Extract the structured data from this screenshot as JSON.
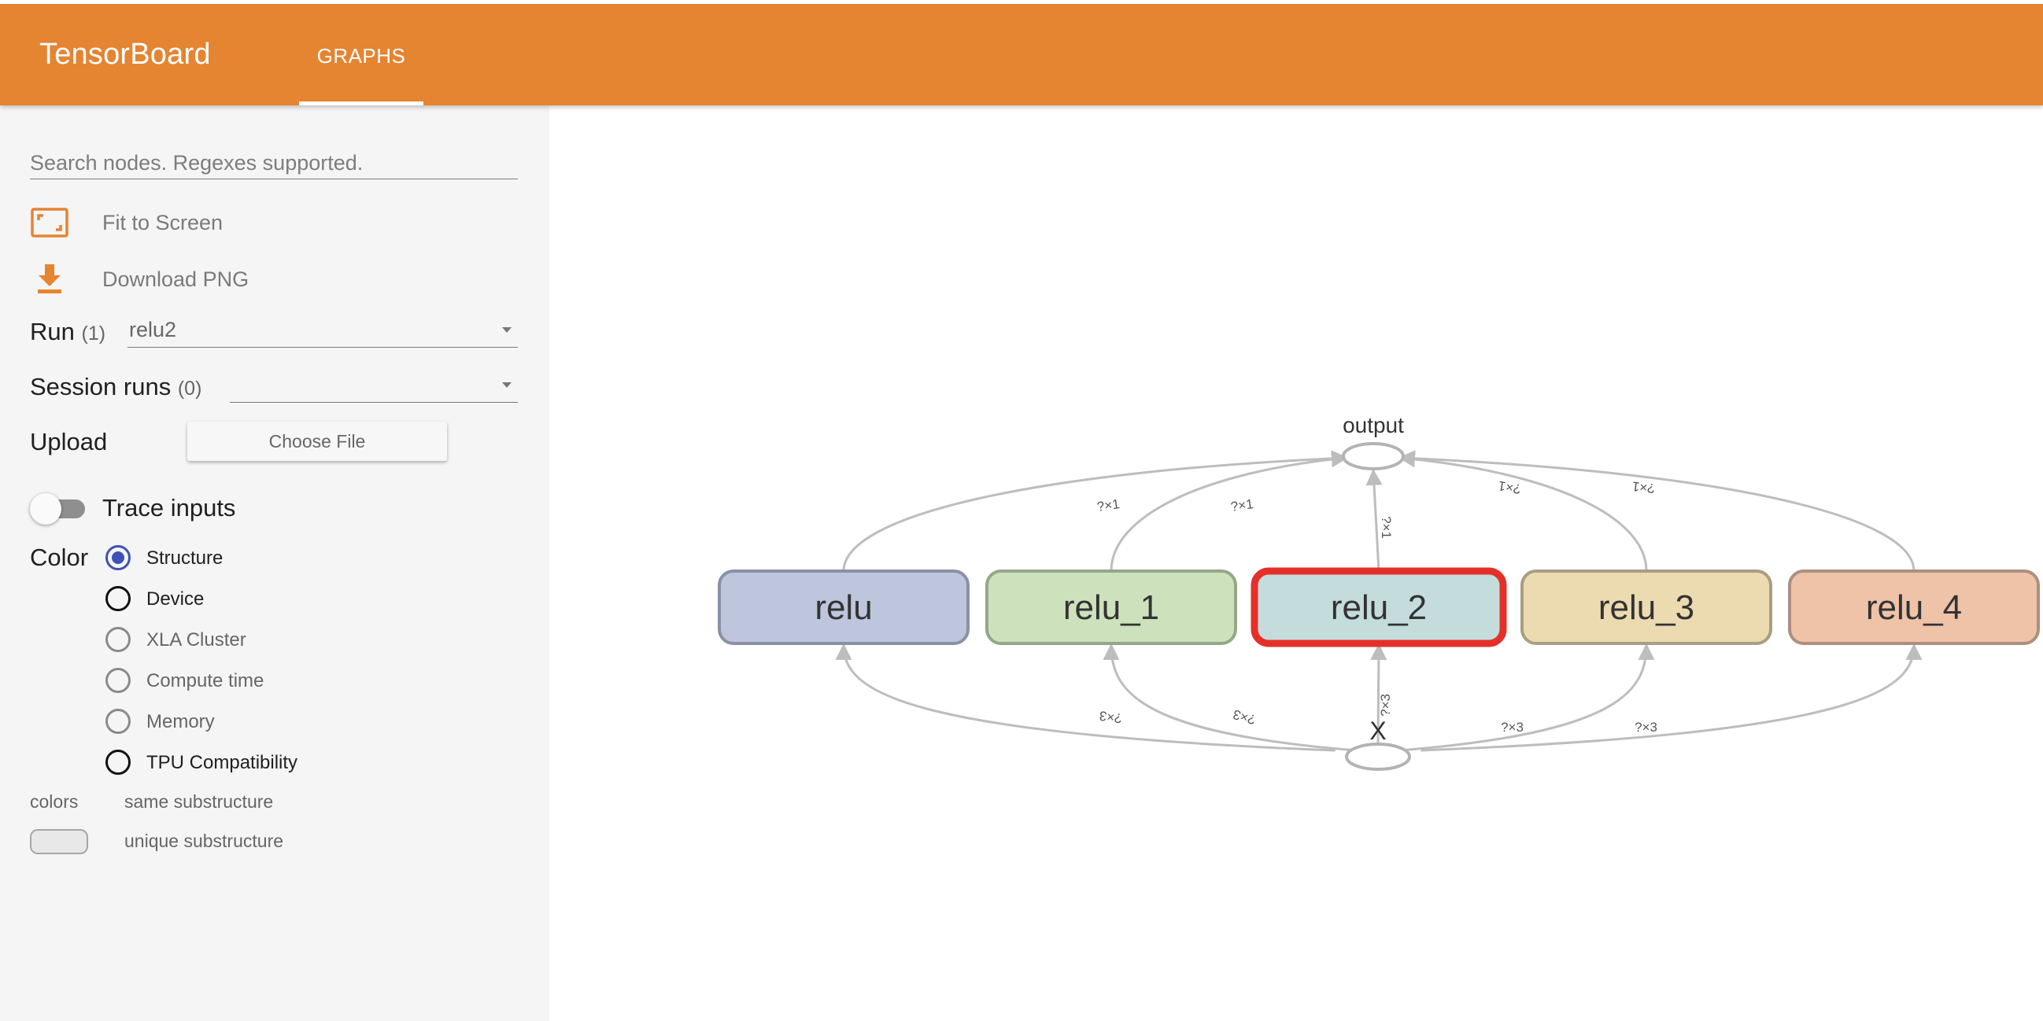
{
  "app": {
    "title": "TensorBoard",
    "tabs": [
      {
        "label": "GRAPHS",
        "active": true
      }
    ],
    "accent_color": "#e58431"
  },
  "sidebar": {
    "search_placeholder": "Search nodes. Regexes supported.",
    "fit_to_screen": {
      "label": "Fit to Screen",
      "icon": "fit-screen-icon"
    },
    "download_png": {
      "label": "Download PNG",
      "icon": "download-icon"
    },
    "run": {
      "label": "Run",
      "count": "(1)",
      "value": "relu2"
    },
    "session_runs": {
      "label": "Session runs",
      "count": "(0)",
      "value": ""
    },
    "upload": {
      "label": "Upload",
      "button_label": "Choose File"
    },
    "trace_inputs": {
      "label": "Trace inputs",
      "enabled": false
    },
    "color": {
      "label": "Color",
      "options": [
        {
          "label": "Structure",
          "selected": true
        },
        {
          "label": "Device",
          "selected": false
        },
        {
          "label": "XLA Cluster",
          "selected": false
        },
        {
          "label": "Compute time",
          "selected": false
        },
        {
          "label": "Memory",
          "selected": false
        },
        {
          "label": "TPU Compatibility",
          "selected": false
        }
      ]
    },
    "legend": {
      "colors_label": "colors",
      "same_label": "same substructure",
      "unique_label": "unique substructure"
    }
  },
  "graph": {
    "output_label": "output",
    "input_label": "X",
    "nodes": [
      {
        "label": "relu",
        "fill": "#bdc6dc",
        "stroke": "#8a91a6",
        "selected": false
      },
      {
        "label": "relu_1",
        "fill": "#cde1bd",
        "stroke": "#93a888",
        "selected": false
      },
      {
        "label": "relu_2",
        "fill": "#c4dcdc",
        "stroke": "#e5302a",
        "selected": true
      },
      {
        "label": "relu_3",
        "fill": "#ecdbb0",
        "stroke": "#a89e83",
        "selected": false
      },
      {
        "label": "relu_4",
        "fill": "#eec3a8",
        "stroke": "#ad8f80",
        "selected": false
      }
    ],
    "input_edge_labels": [
      "?×3",
      "?×3",
      "?×3",
      "?×3",
      "?×3"
    ],
    "output_edge_labels": [
      "?×1",
      "?×1",
      "?×1",
      "?×1",
      "?×1"
    ]
  }
}
